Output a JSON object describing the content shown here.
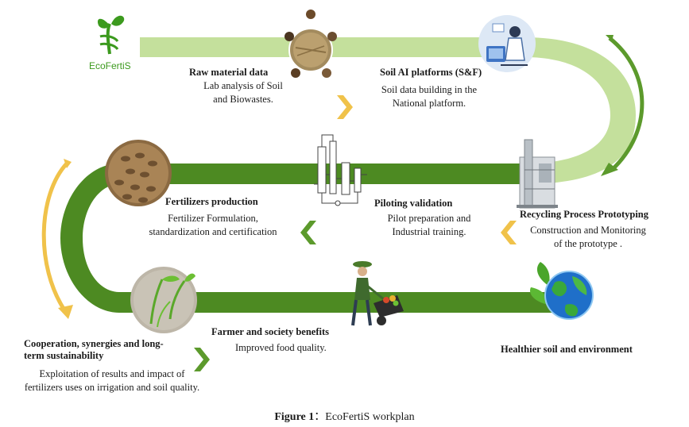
{
  "logo": {
    "text": "EcoFertiS"
  },
  "steps": {
    "raw_material": {
      "title": "Raw material data",
      "desc_1": "Lab analysis of Soil",
      "desc_2": "and Biowastes."
    },
    "soil_ai": {
      "title": "Soil AI platforms (S&F)",
      "desc_1": "Soil data building in the",
      "desc_2": "National platform."
    },
    "recycling": {
      "title": "Recycling Process Prototyping",
      "desc_1": "Construction and  Monitoring",
      "desc_2": "of the prototype ."
    },
    "piloting": {
      "title": "Piloting validation",
      "desc_1": "Pilot preparation and",
      "desc_2": "Industrial training."
    },
    "fertilizers": {
      "title": "Fertilizers production",
      "desc_1": "Fertilizer Formulation,",
      "desc_2": "standardization and certification"
    },
    "cooperation": {
      "title_1": "Cooperation, synergies and long-",
      "title_2": "term sustainability",
      "desc_1": "Exploitation of results and impact of",
      "desc_2": "fertilizers uses on irrigation and soil quality."
    },
    "farmer": {
      "title": "Farmer and society benefits",
      "desc": "Improved food quality."
    },
    "healthier": {
      "title": "Healthier soil and environment"
    }
  },
  "caption": {
    "label": "Figure 1",
    "separator": "：",
    "text": "EcoFertiS workplan"
  },
  "colors": {
    "light_green": "#c4e09c",
    "dark_green": "#4d8a22",
    "yellow": "#f0c24a",
    "text": "#1a1a1a"
  }
}
